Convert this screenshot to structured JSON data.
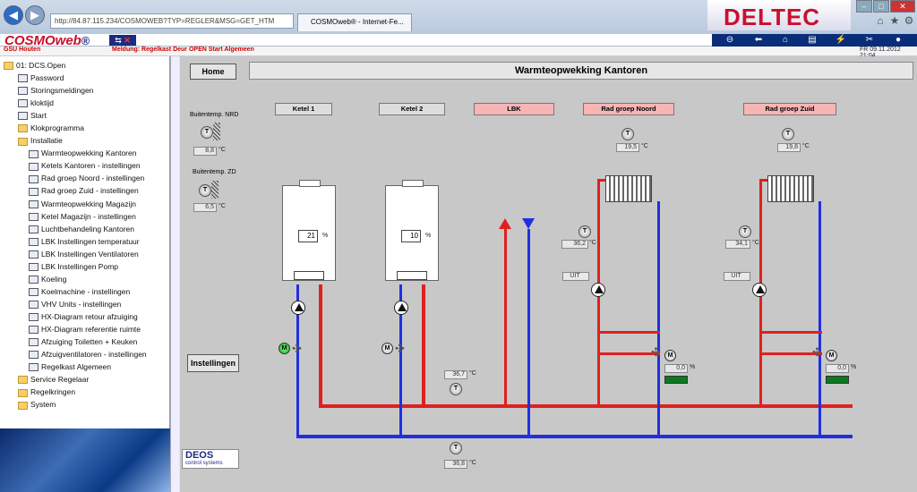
{
  "browser": {
    "url": "http://84.87.115.234/COSMOWEB?TYP=REGLER&MSG=GET_HTM",
    "tab_title": "COSMOweb® - Internet-Fe...",
    "brand_banner": "DELTEC"
  },
  "app": {
    "logo": "COSMOweb",
    "logo_reg": "®",
    "site": "GSU Houten",
    "message": "Meldung: Regelkast Deur OPEN Start Algemeen",
    "datetime": "FR 09.11.2012 21:04"
  },
  "tree": {
    "root": "01: DCS.Open",
    "items": [
      {
        "label": "Password",
        "level": 1,
        "icon": "page"
      },
      {
        "label": "Storingsmeldingen",
        "level": 1,
        "icon": "page"
      },
      {
        "label": "kloktijd",
        "level": 1,
        "icon": "page"
      },
      {
        "label": "Start",
        "level": 1,
        "icon": "page"
      },
      {
        "label": "Klokprogramma",
        "level": 1,
        "icon": "folder"
      },
      {
        "label": "Installatie",
        "level": 1,
        "icon": "folder"
      },
      {
        "label": "Warmteopwekking Kantoren",
        "level": 2,
        "icon": "page"
      },
      {
        "label": "Ketels Kantoren - instellingen",
        "level": 2,
        "icon": "page"
      },
      {
        "label": "Rad groep Noord - instellingen",
        "level": 2,
        "icon": "page"
      },
      {
        "label": "Rad groep Zuid - instellingen",
        "level": 2,
        "icon": "page"
      },
      {
        "label": "Warmteopwekking Magazijn",
        "level": 2,
        "icon": "page"
      },
      {
        "label": "Ketel Magazijn - instellingen",
        "level": 2,
        "icon": "page"
      },
      {
        "label": "Luchtbehandeling Kantoren",
        "level": 2,
        "icon": "page"
      },
      {
        "label": "LBK Instellingen temperatuur",
        "level": 2,
        "icon": "page"
      },
      {
        "label": "LBK Instellingen Ventilatoren",
        "level": 2,
        "icon": "page"
      },
      {
        "label": "LBK Instellingen Pomp",
        "level": 2,
        "icon": "page"
      },
      {
        "label": "Koeling",
        "level": 2,
        "icon": "page"
      },
      {
        "label": "Koelmachine - instellingen",
        "level": 2,
        "icon": "page"
      },
      {
        "label": "VHV Units - instellingen",
        "level": 2,
        "icon": "page"
      },
      {
        "label": "HX-Diagram retour afzuiging",
        "level": 2,
        "icon": "page"
      },
      {
        "label": "HX-Diagram referentie ruimte",
        "level": 2,
        "icon": "page"
      },
      {
        "label": "Afzuiging Toiletten + Keuken",
        "level": 2,
        "icon": "page"
      },
      {
        "label": "Afzuigventilatoren - instellingen",
        "level": 2,
        "icon": "page"
      },
      {
        "label": "Regelkast Algemeen",
        "level": 2,
        "icon": "page"
      },
      {
        "label": "Service Regelaar",
        "level": 1,
        "icon": "folder"
      },
      {
        "label": "Regelkringen",
        "level": 1,
        "icon": "folder"
      },
      {
        "label": "System",
        "level": 1,
        "icon": "folder"
      }
    ]
  },
  "panel": {
    "home": "Home",
    "title": "Warmteopwekking Kantoren",
    "instellingen": "Instellingen",
    "footer_logo": "DEOS",
    "footer_sub": "control systems",
    "outside_nrd_label": "Buitentemp. NRD",
    "outside_nrd_value": "8,8",
    "outside_zd_label": "Buitentemp. ZD",
    "outside_zd_value": "6,5",
    "unit_c": "°C",
    "unit_pct": "%",
    "sensor_t": "T",
    "m": "M",
    "ketel1": "Ketel 1",
    "ketel1_pct": "21",
    "ketel2": "Ketel 2",
    "ketel2_pct": "10",
    "lbk": "LBK",
    "noord": "Rad groep Noord",
    "noord_room": "19,5",
    "noord_supply": "36,2",
    "noord_pump": "UIT",
    "noord_valve": "0,0",
    "zuid": "Rad groep Zuid",
    "zuid_room": "19,8",
    "zuid_supply": "34,1",
    "zuid_pump": "UIT",
    "zuid_valve": "0,0",
    "supply_temp": "36,7",
    "return_temp": "36,8"
  },
  "colors": {
    "supply": "#e02020",
    "return": "#2030e0",
    "panel": "#c8c8c8",
    "toolbar": "#0a2d7a"
  }
}
